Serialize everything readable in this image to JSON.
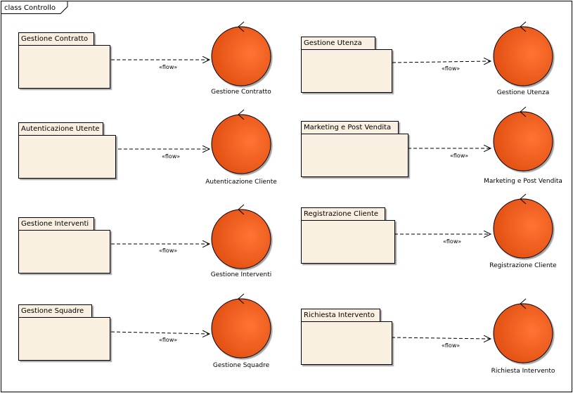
{
  "frame": {
    "title": "class Controllo"
  },
  "colors": {
    "package_fill": "#f9f0e1",
    "package_stroke": "#000000",
    "control_fill_light": "#ff6d2a",
    "control_fill_dark": "#e24f12",
    "control_stroke": "#000000",
    "edge": "#000000"
  },
  "flow_label": "«flow»",
  "pairs": [
    {
      "package": "Gestione Contratto",
      "control": "Gestione Contratto"
    },
    {
      "package": "Autenticazione Utente",
      "control": "Autenticazione Cliente"
    },
    {
      "package": "Gestione Interventi",
      "control": "Gestione Interventi"
    },
    {
      "package": "Gestione Squadre",
      "control": "Gestione Squadre"
    },
    {
      "package": "Gestione Utenza",
      "control": "Gestione Utenza"
    },
    {
      "package": "Marketing e Post Vendita",
      "control": "Marketing e Post Vendita"
    },
    {
      "package": "Registrazione Cliente",
      "control": "Registrazione Cliente"
    },
    {
      "package": "Richiesta Intervento",
      "control": "Richiesta Intervento"
    }
  ]
}
